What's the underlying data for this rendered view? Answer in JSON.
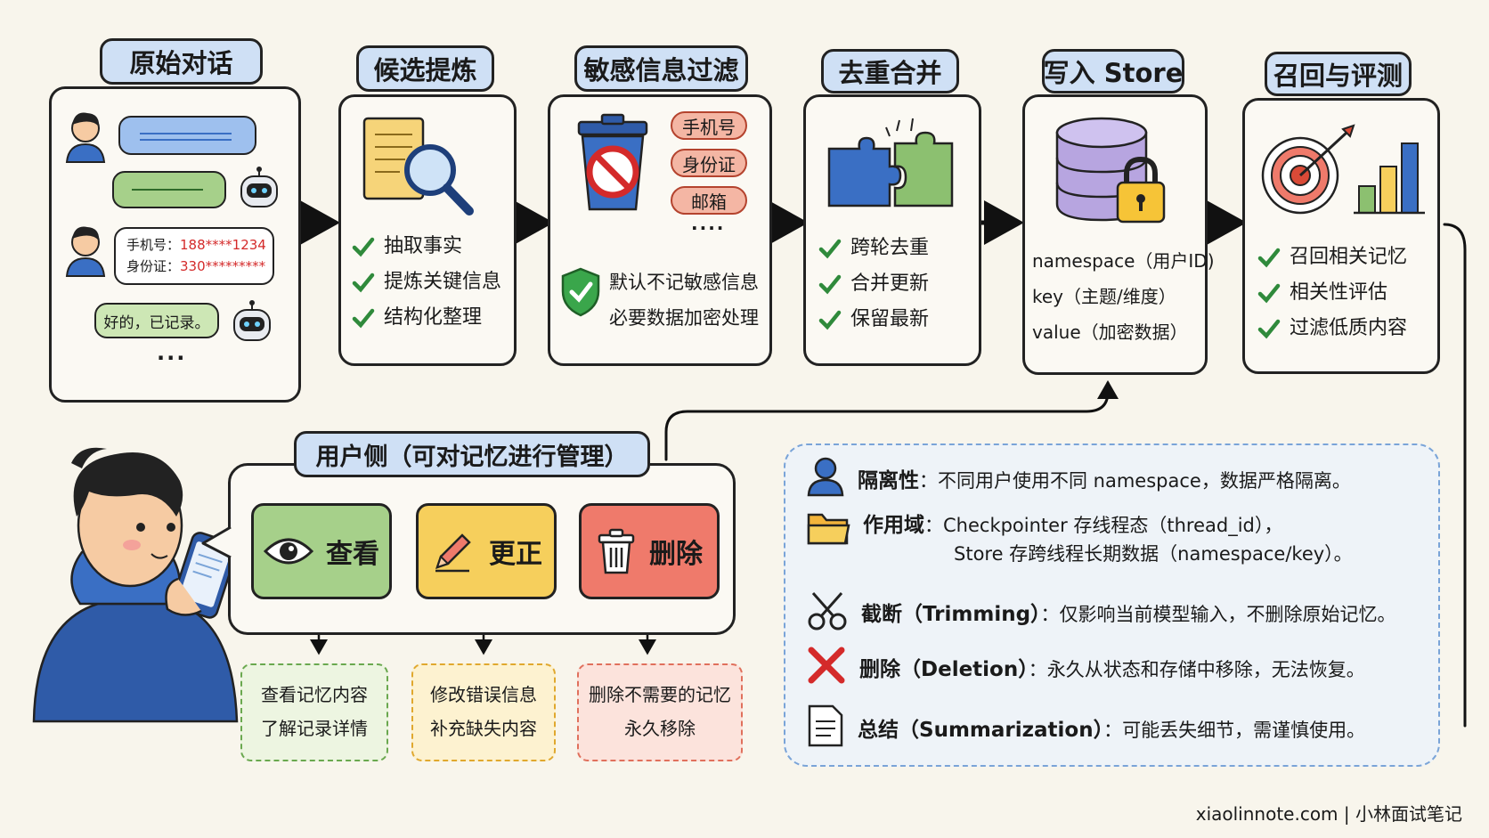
{
  "stages": [
    {
      "title": "原始对话"
    },
    {
      "title": "候选提炼",
      "items": [
        "抽取事实",
        "提炼关键信息",
        "结构化整理"
      ]
    },
    {
      "title": "敏感信息过滤",
      "pills": [
        "手机号",
        "身份证",
        "邮箱"
      ],
      "more": "....",
      "shield_lines": [
        "默认不记敏感信息",
        "必要数据加密处理"
      ]
    },
    {
      "title": "去重合并",
      "items": [
        "跨轮去重",
        "合并更新",
        "保留最新"
      ]
    },
    {
      "title": "写入 Store",
      "fields": [
        "namespace（用户ID)",
        "key（主题/维度）",
        "value（加密数据）"
      ]
    },
    {
      "title": "召回与评测",
      "items": [
        "召回相关记忆",
        "相关性评估",
        "过滤低质内容"
      ]
    }
  ],
  "chat": {
    "phone_label": "手机号：",
    "phone_value": "188****1234",
    "id_label": "身份证：",
    "id_value": "330*********",
    "reply": "好的，已记录。",
    "ellipsis": "..."
  },
  "user_panel": {
    "title": "用户侧（可对记忆进行管理）",
    "actions": [
      {
        "label": "查看",
        "result": [
          "查看记忆内容",
          "了解记录详情"
        ]
      },
      {
        "label": "更正",
        "result": [
          "修改错误信息",
          "补充缺失内容"
        ]
      },
      {
        "label": "删除",
        "result": [
          "删除不需要的记忆",
          "永久移除"
        ]
      }
    ]
  },
  "notes": [
    {
      "icon": "user-icon",
      "label": "隔离性",
      "text": "：不同用户使用不同 namespace，数据严格隔离。"
    },
    {
      "icon": "folder-icon",
      "label": "作用域",
      "text": "：Checkpointer 存线程态（thread_id），",
      "text2": "Store 存跨线程长期数据（namespace/key）。"
    },
    {
      "icon": "scissors-icon",
      "label": "截断（Trimming）",
      "text": "：仅影响当前模型输入，不删除原始记忆。"
    },
    {
      "icon": "cross-icon",
      "label": "删除（Deletion）",
      "text": "：永久从状态和存储中移除，无法恢复。"
    },
    {
      "icon": "document-icon",
      "label": "总结（Summarization）",
      "text": "：可能丢失细节，需谨慎使用。"
    }
  ],
  "footer": "xiaolinnote.com | 小林面试笔记",
  "colors": {
    "tag": "#cfe0f5",
    "check": "#2f8a3b",
    "blue": "#3a6fc4",
    "green": "#a6d08a",
    "yellow": "#f6cf5c",
    "red": "#ef7a6b",
    "purple": "#b7a5e0"
  }
}
